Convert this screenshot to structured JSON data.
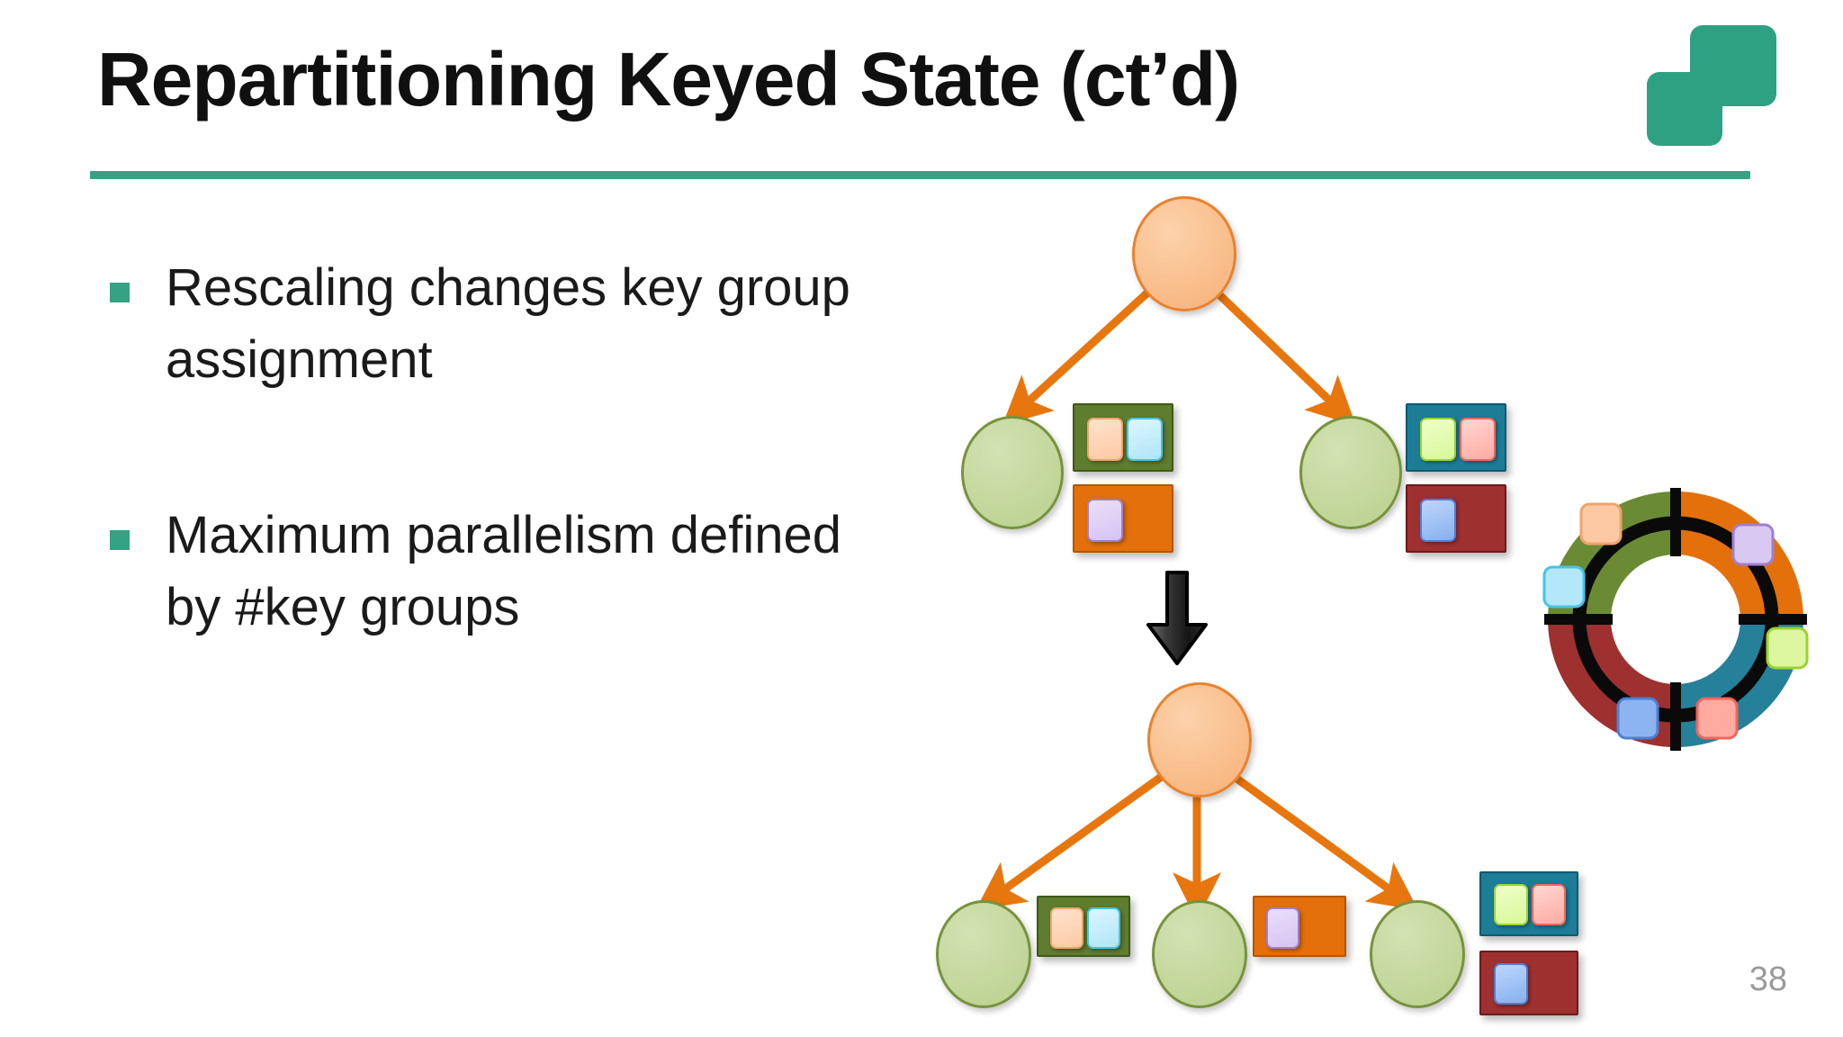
{
  "slide": {
    "title": "Repartitioning Keyed State (ct’d)",
    "page_number": "38",
    "accent_color": "#35a283",
    "rule_color": "#35a283",
    "logo_color": "#2ea183"
  },
  "logo": {
    "name": "two-overlapping-rounded-squares",
    "squares": [
      {
        "label": "logo-square-large",
        "color": "#2ea183"
      },
      {
        "label": "logo-square-small",
        "color": "#2ea183"
      }
    ]
  },
  "bullets": [
    {
      "marker": "square-bullet",
      "text": "Rescaling changes key group assignment"
    },
    {
      "marker": "square-bullet",
      "text": "Maximum parallelism defined by #key groups"
    }
  ],
  "diagram": {
    "transition_icon": "down-arrow-icon",
    "before": {
      "label": "before-rescaling-tree",
      "root": {
        "name": "job-manager-node",
        "color": "#f9bd8a",
        "border": "#e8822c"
      },
      "parallelism": 2,
      "tasks": [
        {
          "name": "task-node-1",
          "color": "#c3d69b",
          "border": "#77933c",
          "state_boxes": [
            {
              "name": "key-group-olive",
              "color": "#5f7d2e",
              "chips": [
                "peach",
                "cyan"
              ]
            },
            {
              "name": "key-group-orange",
              "color": "#e3700b",
              "chips": [
                "lavender"
              ]
            }
          ]
        },
        {
          "name": "task-node-2",
          "color": "#c3d69b",
          "border": "#77933c",
          "state_boxes": [
            {
              "name": "key-group-teal",
              "color": "#1d7d97",
              "chips": [
                "lime",
                "pink"
              ]
            },
            {
              "name": "key-group-maroon",
              "color": "#9e3030",
              "chips": [
                "blue"
              ]
            }
          ]
        }
      ]
    },
    "after": {
      "label": "after-rescaling-tree",
      "root": {
        "name": "job-manager-node",
        "color": "#f9bd8a",
        "border": "#e8822c"
      },
      "parallelism": 3,
      "tasks": [
        {
          "name": "task-node-1",
          "color": "#c3d69b",
          "border": "#77933c",
          "state_boxes": [
            {
              "name": "key-group-olive",
              "color": "#5f7d2e",
              "chips": [
                "peach",
                "cyan"
              ]
            }
          ]
        },
        {
          "name": "task-node-2",
          "color": "#c3d69b",
          "border": "#77933c",
          "state_boxes": [
            {
              "name": "key-group-orange",
              "color": "#e3700b",
              "chips": [
                "lavender"
              ]
            }
          ]
        },
        {
          "name": "task-node-3",
          "color": "#c3d69b",
          "border": "#77933c",
          "state_boxes": [
            {
              "name": "key-group-teal",
              "color": "#1d7d97",
              "chips": [
                "lime",
                "pink"
              ]
            },
            {
              "name": "key-group-maroon",
              "color": "#9e3030",
              "chips": [
                "blue"
              ]
            }
          ]
        }
      ]
    }
  },
  "key_group_ring": {
    "name": "key-group-ring",
    "quadrants": [
      {
        "name": "ring-quadrant-olive",
        "color": "#5f7d2e",
        "position": "top-left"
      },
      {
        "name": "ring-quadrant-orange",
        "color": "#e3700b",
        "position": "top-right"
      },
      {
        "name": "ring-quadrant-teal",
        "color": "#1d7d97",
        "position": "bottom-right"
      },
      {
        "name": "ring-quadrant-maroon",
        "color": "#9e3030",
        "position": "bottom-left"
      }
    ],
    "chips": [
      {
        "name": "ring-chip-peach",
        "color": "peach",
        "quadrant": "olive"
      },
      {
        "name": "ring-chip-cyan",
        "color": "cyan",
        "quadrant": "olive"
      },
      {
        "name": "ring-chip-lavender",
        "color": "lavender",
        "quadrant": "orange"
      },
      {
        "name": "ring-chip-lime",
        "color": "lime",
        "quadrant": "teal"
      },
      {
        "name": "ring-chip-pink",
        "color": "pink",
        "quadrant": "teal"
      },
      {
        "name": "ring-chip-blue",
        "color": "blue",
        "quadrant": "maroon"
      }
    ]
  }
}
